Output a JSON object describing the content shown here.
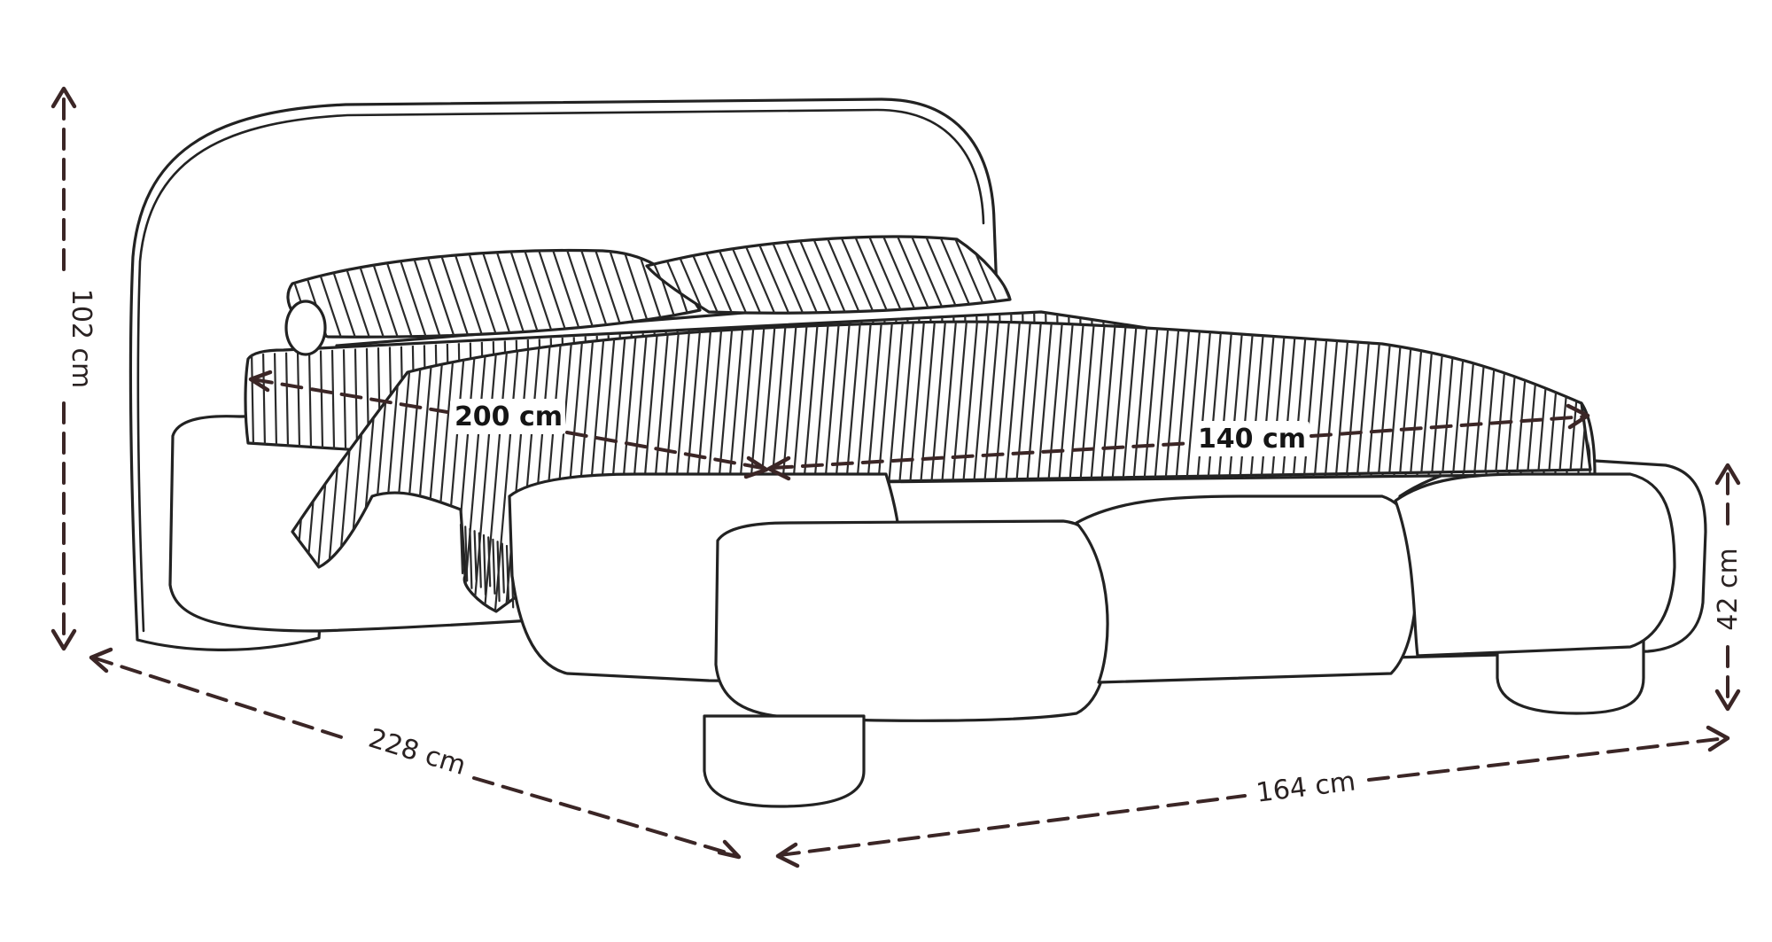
{
  "dimensions": {
    "height_total": "102 cm",
    "length_total": "228 cm",
    "width_total": "164 cm",
    "frame_height": "42 cm",
    "mattress_length": "200 cm",
    "mattress_width": "140 cm"
  },
  "colors": {
    "outline": "#222222",
    "dimension_line": "#3b2626",
    "background": "#ffffff"
  }
}
